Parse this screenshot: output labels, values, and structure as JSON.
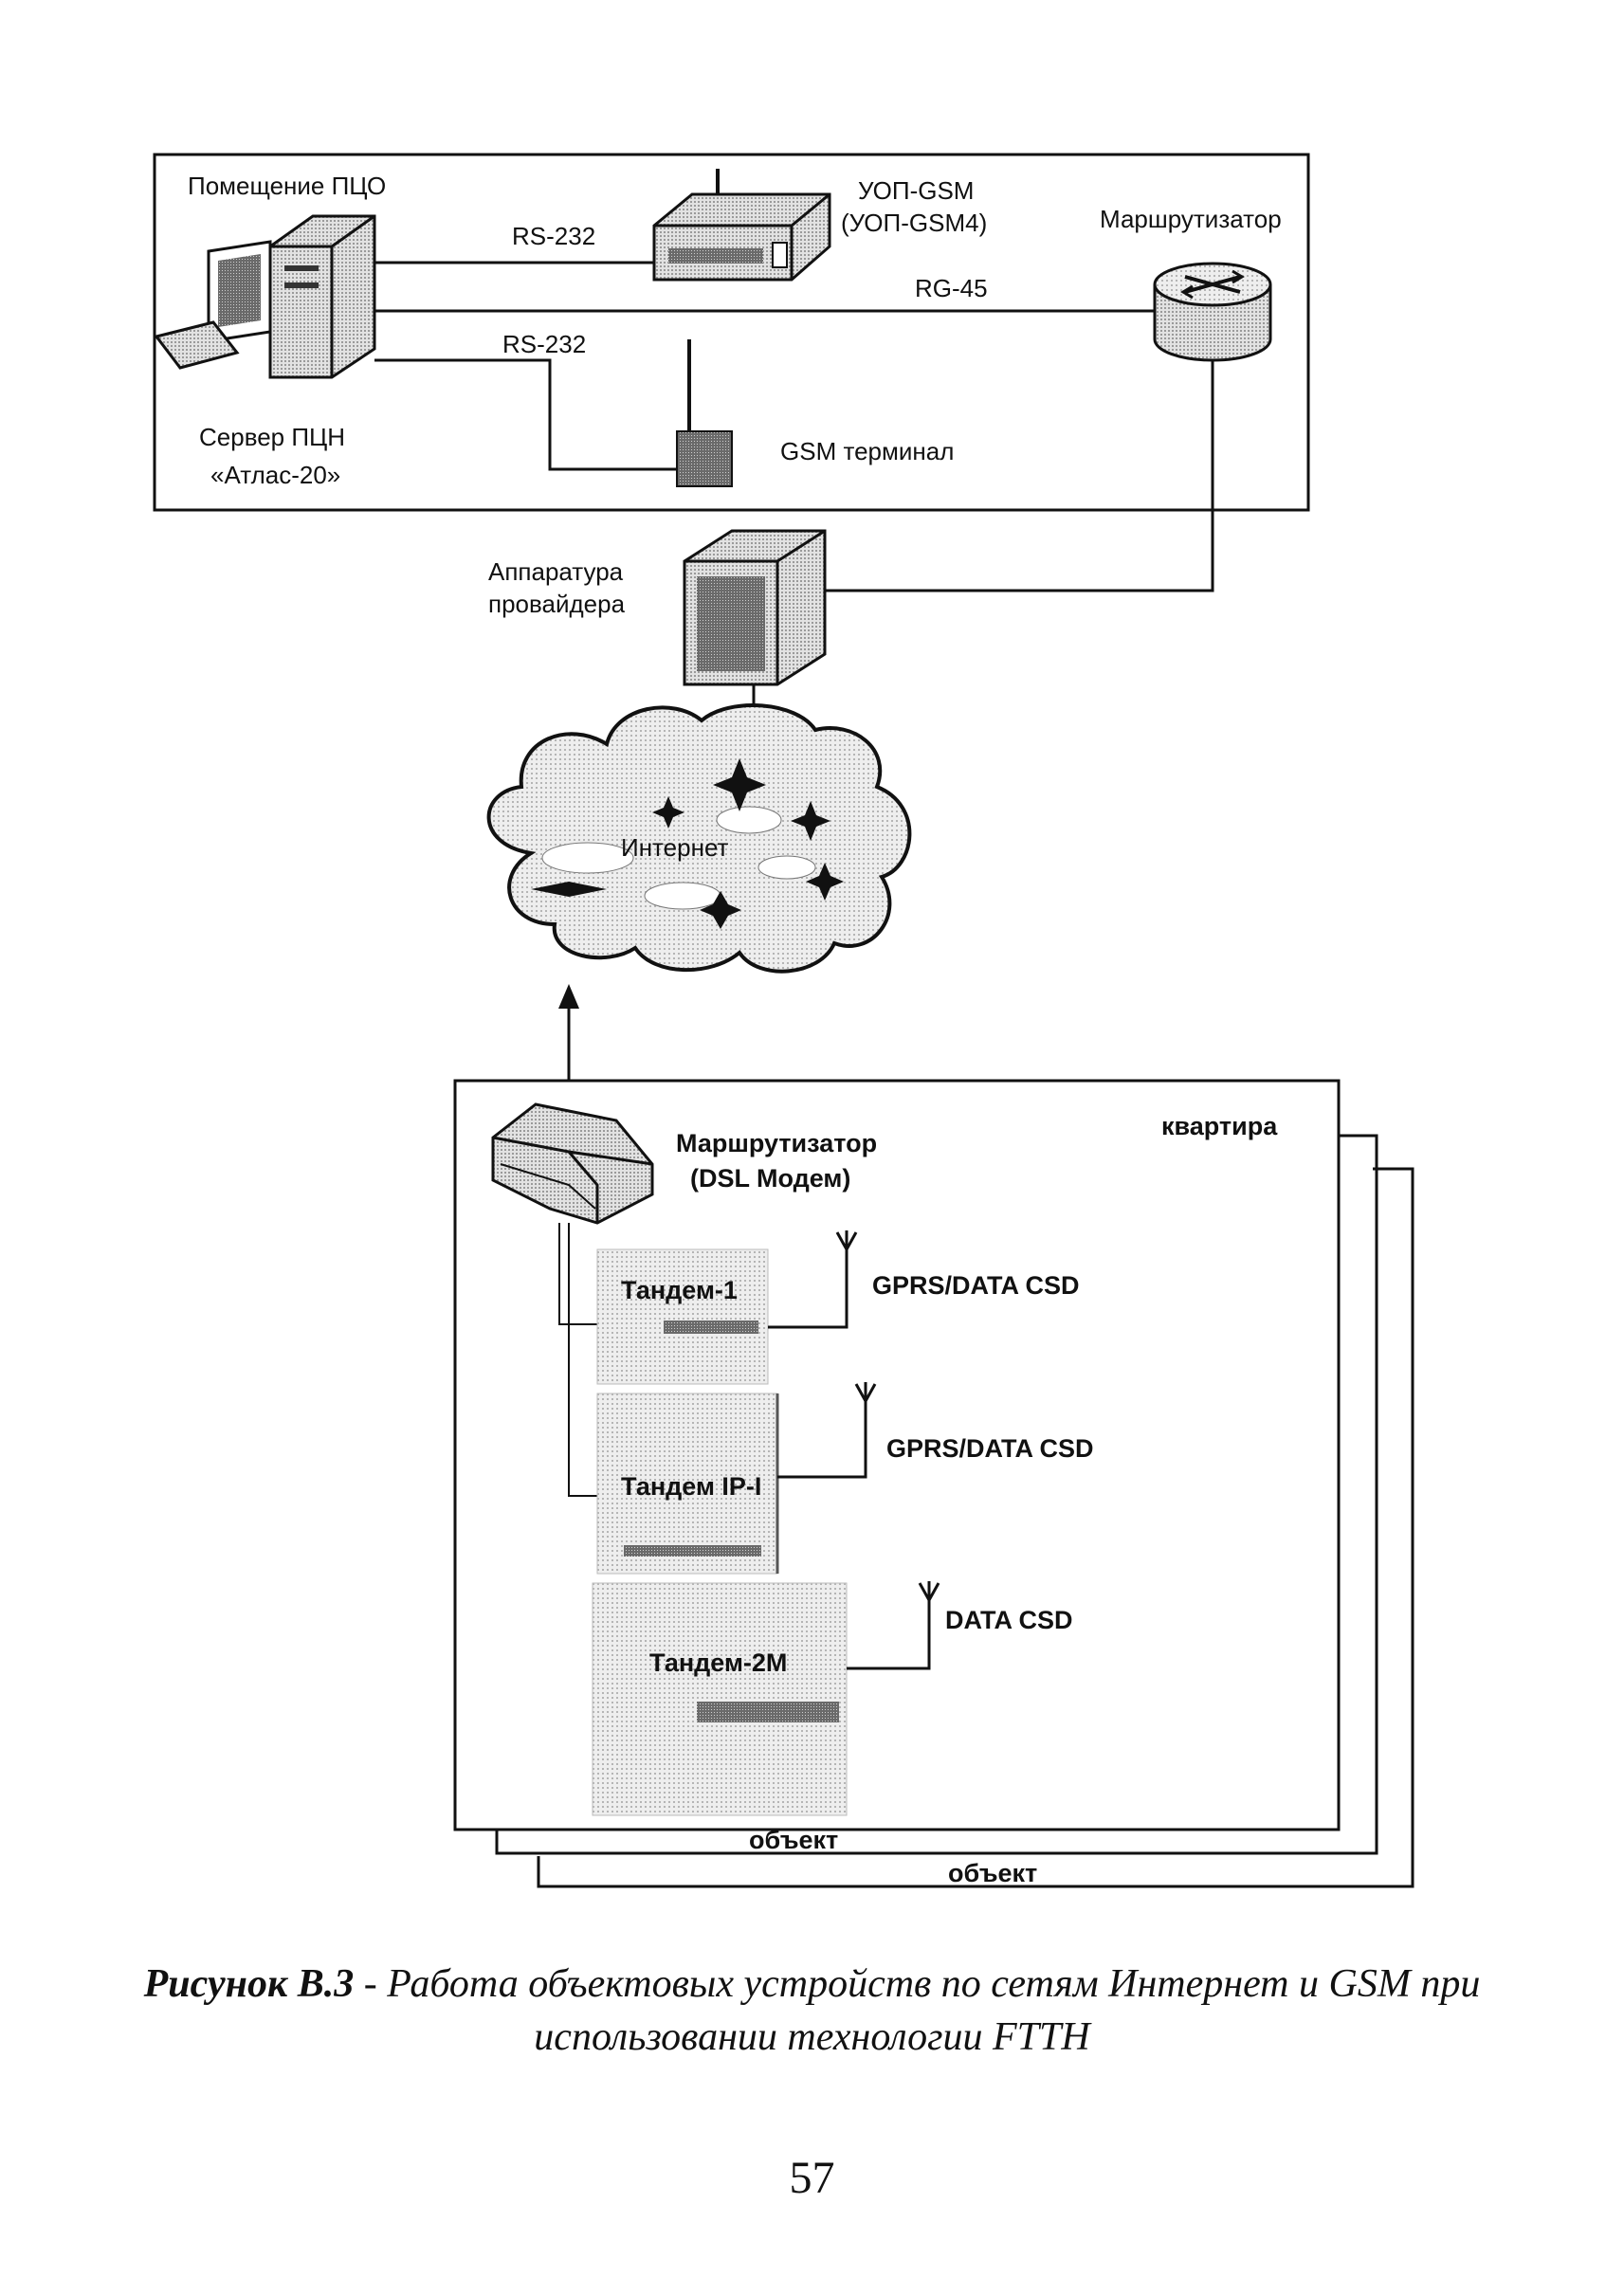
{
  "diagram": {
    "pco_room_label": "Помещение ПЦО",
    "server_label_line1": "Сервер ПЦН",
    "server_label_line2": "«Атлас-20»",
    "link_rs232_top": "RS-232",
    "link_rg45": "RG-45",
    "link_rs232_bottom": "RS-232",
    "uop_label_line1": "УОП-GSM",
    "uop_label_line2": "(УОП-GSM4)",
    "router_top_label": "Маршрутизатор",
    "gsm_terminal_label": "GSM терминал",
    "provider_label_line1": "Аппаратура",
    "provider_label_line2": "провайдера",
    "internet_label": "Интернет",
    "dsl_router_label_line1": "Маршрутизатор",
    "dsl_router_label_line2": "(DSL Модем)",
    "apartment_label": "квартира",
    "object_label_1": "объект",
    "object_label_2": "объект",
    "device_1": "Тандем-1",
    "device_2": "Тандем IP-I",
    "device_3": "Тандем-2М",
    "device_1_link": "GPRS/DATA CSD",
    "device_2_link": "GPRS/DATA CSD",
    "device_3_link": "DATA CSD"
  },
  "caption": {
    "figure_number": "Рисунок В.3",
    "separator": " - ",
    "text": "Работа объектовых устройств по сетям Интернет и GSM при использовании технологии FTTH"
  },
  "page_number": "57"
}
